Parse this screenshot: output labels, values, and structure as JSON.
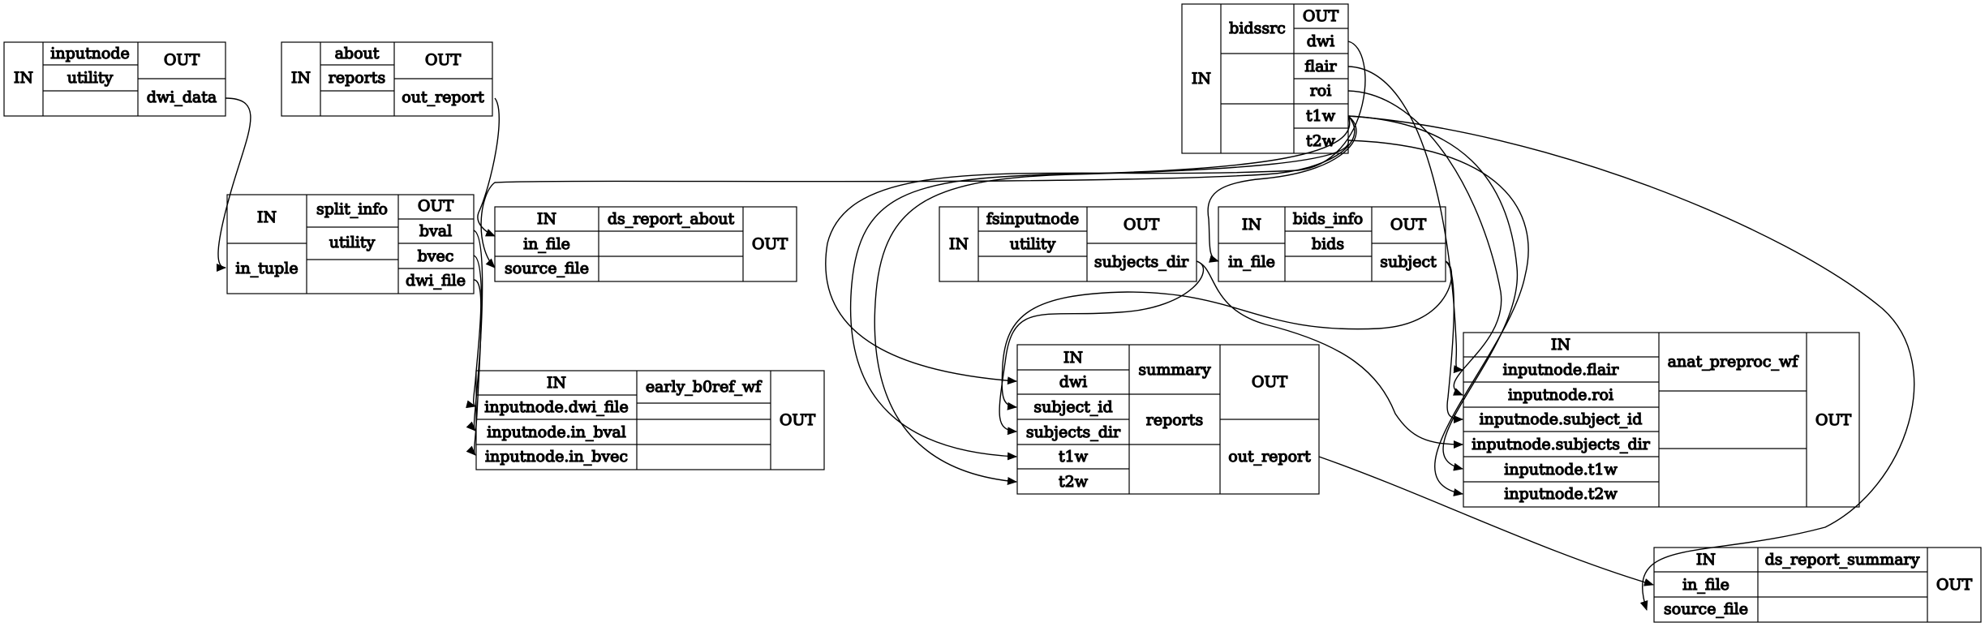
{
  "nodes": {
    "inputnode": {
      "in_label": "IN",
      "name": "inputnode",
      "kind": "utility",
      "out_label": "OUT",
      "outputs": [
        "dwi_data"
      ]
    },
    "about": {
      "in_label": "IN",
      "name": "about",
      "kind": "reports",
      "out_label": "OUT",
      "outputs": [
        "out_report"
      ]
    },
    "bidssrc": {
      "in_label": "IN",
      "name": "bidssrc",
      "out_label": "OUT",
      "outputs": [
        "dwi",
        "flair",
        "roi",
        "t1w",
        "t2w"
      ]
    },
    "split_info": {
      "in_label": "IN",
      "inputs": [
        "in_tuple"
      ],
      "name": "split_info",
      "kind": "utility",
      "out_label": "OUT",
      "outputs": [
        "bval",
        "bvec",
        "dwi_file"
      ]
    },
    "ds_report_about": {
      "in_label": "IN",
      "inputs": [
        "in_file",
        "source_file"
      ],
      "name": "ds_report_about",
      "out_label": "OUT"
    },
    "fsinputnode": {
      "in_label": "IN",
      "name": "fsinputnode",
      "kind": "utility",
      "out_label": "OUT",
      "outputs": [
        "subjects_dir"
      ]
    },
    "bids_info": {
      "in_label": "IN",
      "inputs": [
        "in_file"
      ],
      "name": "bids_info",
      "kind": "bids",
      "out_label": "OUT",
      "outputs": [
        "subject"
      ]
    },
    "early_b0ref_wf": {
      "in_label": "IN",
      "inputs": [
        "inputnode.dwi_file",
        "inputnode.in_bval",
        "inputnode.in_bvec"
      ],
      "name": "early_b0ref_wf",
      "out_label": "OUT"
    },
    "summary": {
      "in_label": "IN",
      "inputs": [
        "dwi",
        "subject_id",
        "subjects_dir",
        "t1w",
        "t2w"
      ],
      "name": "summary",
      "kind": "reports",
      "out_label": "OUT",
      "outputs": [
        "out_report"
      ]
    },
    "anat_preproc_wf": {
      "in_label": "IN",
      "inputs": [
        "inputnode.flair",
        "inputnode.roi",
        "inputnode.subject_id",
        "inputnode.subjects_dir",
        "inputnode.t1w",
        "inputnode.t2w"
      ],
      "name": "anat_preproc_wf",
      "out_label": "OUT"
    },
    "ds_report_summary": {
      "in_label": "IN",
      "inputs": [
        "in_file",
        "source_file"
      ],
      "name": "ds_report_summary",
      "out_label": "OUT"
    }
  },
  "edges": [
    {
      "from": "inputnode.dwi_data",
      "to": "split_info.in_tuple"
    },
    {
      "from": "about.out_report",
      "to": "ds_report_about.in_file"
    },
    {
      "from": "bidssrc.t1w",
      "to": "ds_report_about.source_file"
    },
    {
      "from": "bidssrc.t1w",
      "to": "bids_info.in_file"
    },
    {
      "from": "bidssrc.dwi",
      "to": "summary.dwi"
    },
    {
      "from": "bidssrc.t1w",
      "to": "summary.t1w"
    },
    {
      "from": "bidssrc.t2w",
      "to": "summary.t2w"
    },
    {
      "from": "bidssrc.flair",
      "to": "anat_preproc_wf.inputnode.flair"
    },
    {
      "from": "bidssrc.roi",
      "to": "anat_preproc_wf.inputnode.roi"
    },
    {
      "from": "bidssrc.t1w",
      "to": "anat_preproc_wf.inputnode.t1w"
    },
    {
      "from": "bidssrc.t2w",
      "to": "anat_preproc_wf.inputnode.t2w"
    },
    {
      "from": "bidssrc.t1w",
      "to": "ds_report_summary.source_file"
    },
    {
      "from": "split_info.dwi_file",
      "to": "early_b0ref_wf.inputnode.dwi_file"
    },
    {
      "from": "split_info.bval",
      "to": "early_b0ref_wf.inputnode.in_bval"
    },
    {
      "from": "split_info.bvec",
      "to": "early_b0ref_wf.inputnode.in_bvec"
    },
    {
      "from": "fsinputnode.subjects_dir",
      "to": "summary.subjects_dir"
    },
    {
      "from": "fsinputnode.subjects_dir",
      "to": "anat_preproc_wf.inputnode.subjects_dir"
    },
    {
      "from": "bids_info.subject",
      "to": "summary.subject_id"
    },
    {
      "from": "bids_info.subject",
      "to": "anat_preproc_wf.inputnode.subject_id"
    },
    {
      "from": "summary.out_report",
      "to": "ds_report_summary.in_file"
    }
  ]
}
